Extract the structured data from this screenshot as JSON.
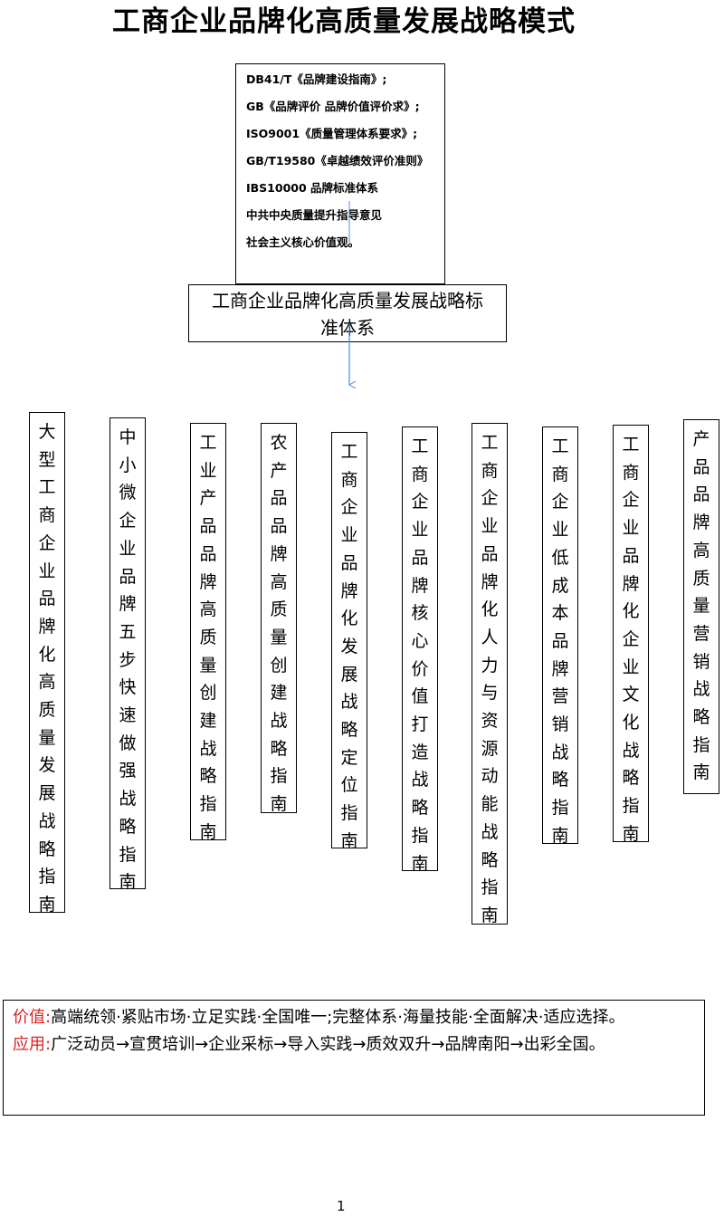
{
  "title": "工商企业品牌化高质量发展战略模式",
  "standards": [
    "DB41/T《品牌建设指南》;",
    "GB《品牌评价  品牌价值评价求》;",
    "ISO9001《质量管理体系要求》;",
    "GB/T19580《卓越绩效评价准则》",
    "IBS10000 品牌标准体系",
    "中共中央质量提升指导意见",
    "社会主义核心价值观。"
  ],
  "system_box": "工商企业品牌化高质量发展战略标准体系",
  "guides": [
    "大型工商企业品牌化高质量发展战略指南",
    "中小微企业品牌五步快速做强战略指南",
    "工业产品品牌高质量创建战略指南",
    "农产品品牌高质量创建战略指南",
    "工商企业品牌化发展战略定位指南",
    "工商企业品牌核心价值打造战略指南",
    "工商企业品牌化人力与资源动能战略指南",
    "工商企业低成本品牌营销战略指南",
    "工商企业品牌化企业文化战略指南",
    "产品品牌高质量营销战略指南"
  ],
  "value": {
    "label": "价值:",
    "text": "高端统领·紧贴市场·立足实践·全国唯一;完整体系·海量技能·全面解决·适应选择。"
  },
  "application": {
    "label": "应用:",
    "text": "广泛动员→宣贯培训→企业采标→导入实践→质效双升→品牌南阳→出彩全国。"
  },
  "page_number": "1",
  "colors": {
    "label_red": "#e02020",
    "arrow_blue": "#4a90d9"
  }
}
